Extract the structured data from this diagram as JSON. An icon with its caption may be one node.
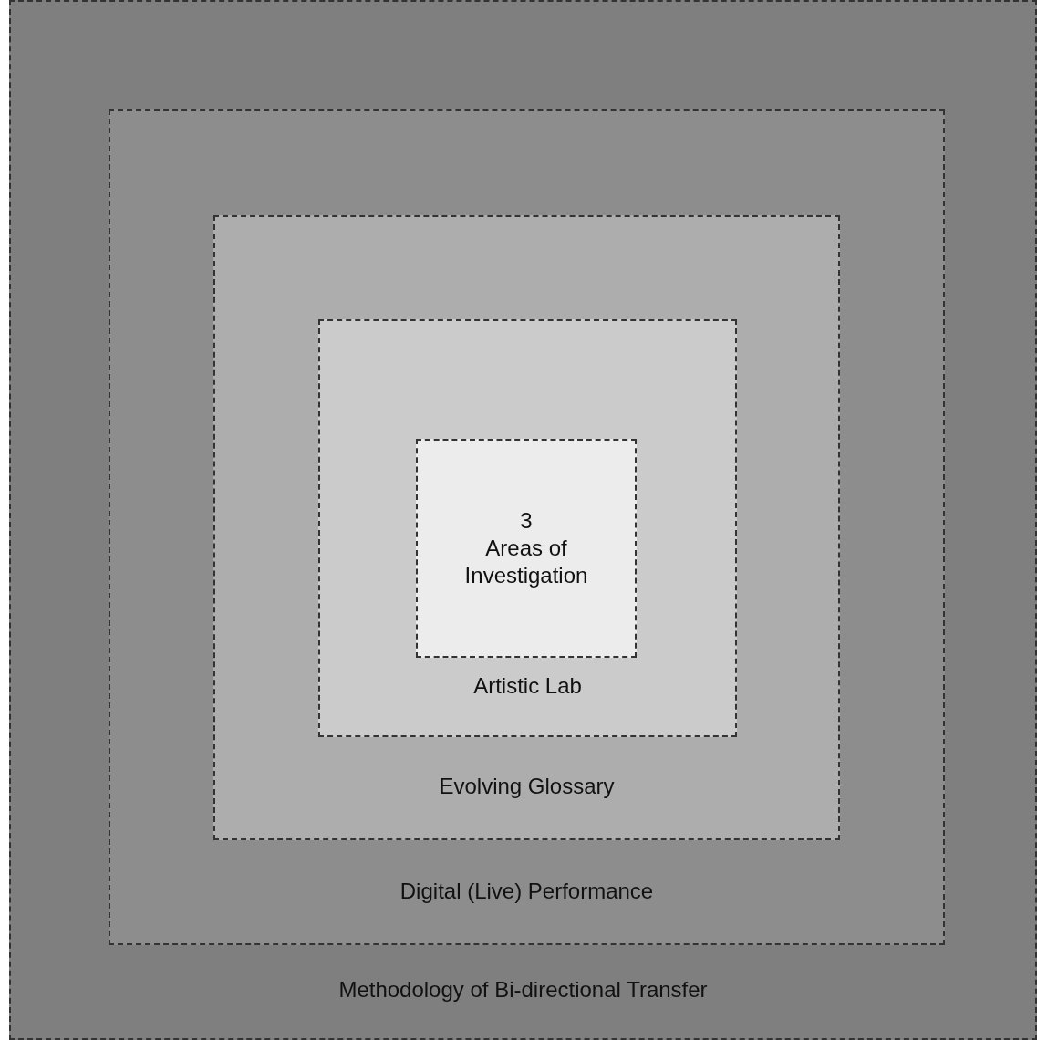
{
  "diagram": {
    "nodes": [
      {
        "text": [
          "Methodology of Bi-directional Transfer"
        ]
      },
      {
        "text": [
          "Digital (Live) Performance"
        ],
        "in": 0
      },
      {
        "text": [
          "Evolving Glossary"
        ],
        "in": 1
      },
      {
        "text": [
          "Artistic Lab"
        ],
        "in": 2
      },
      {
        "text": [
          "3",
          "Areas of Investigation"
        ],
        "in": 3
      }
    ]
  }
}
